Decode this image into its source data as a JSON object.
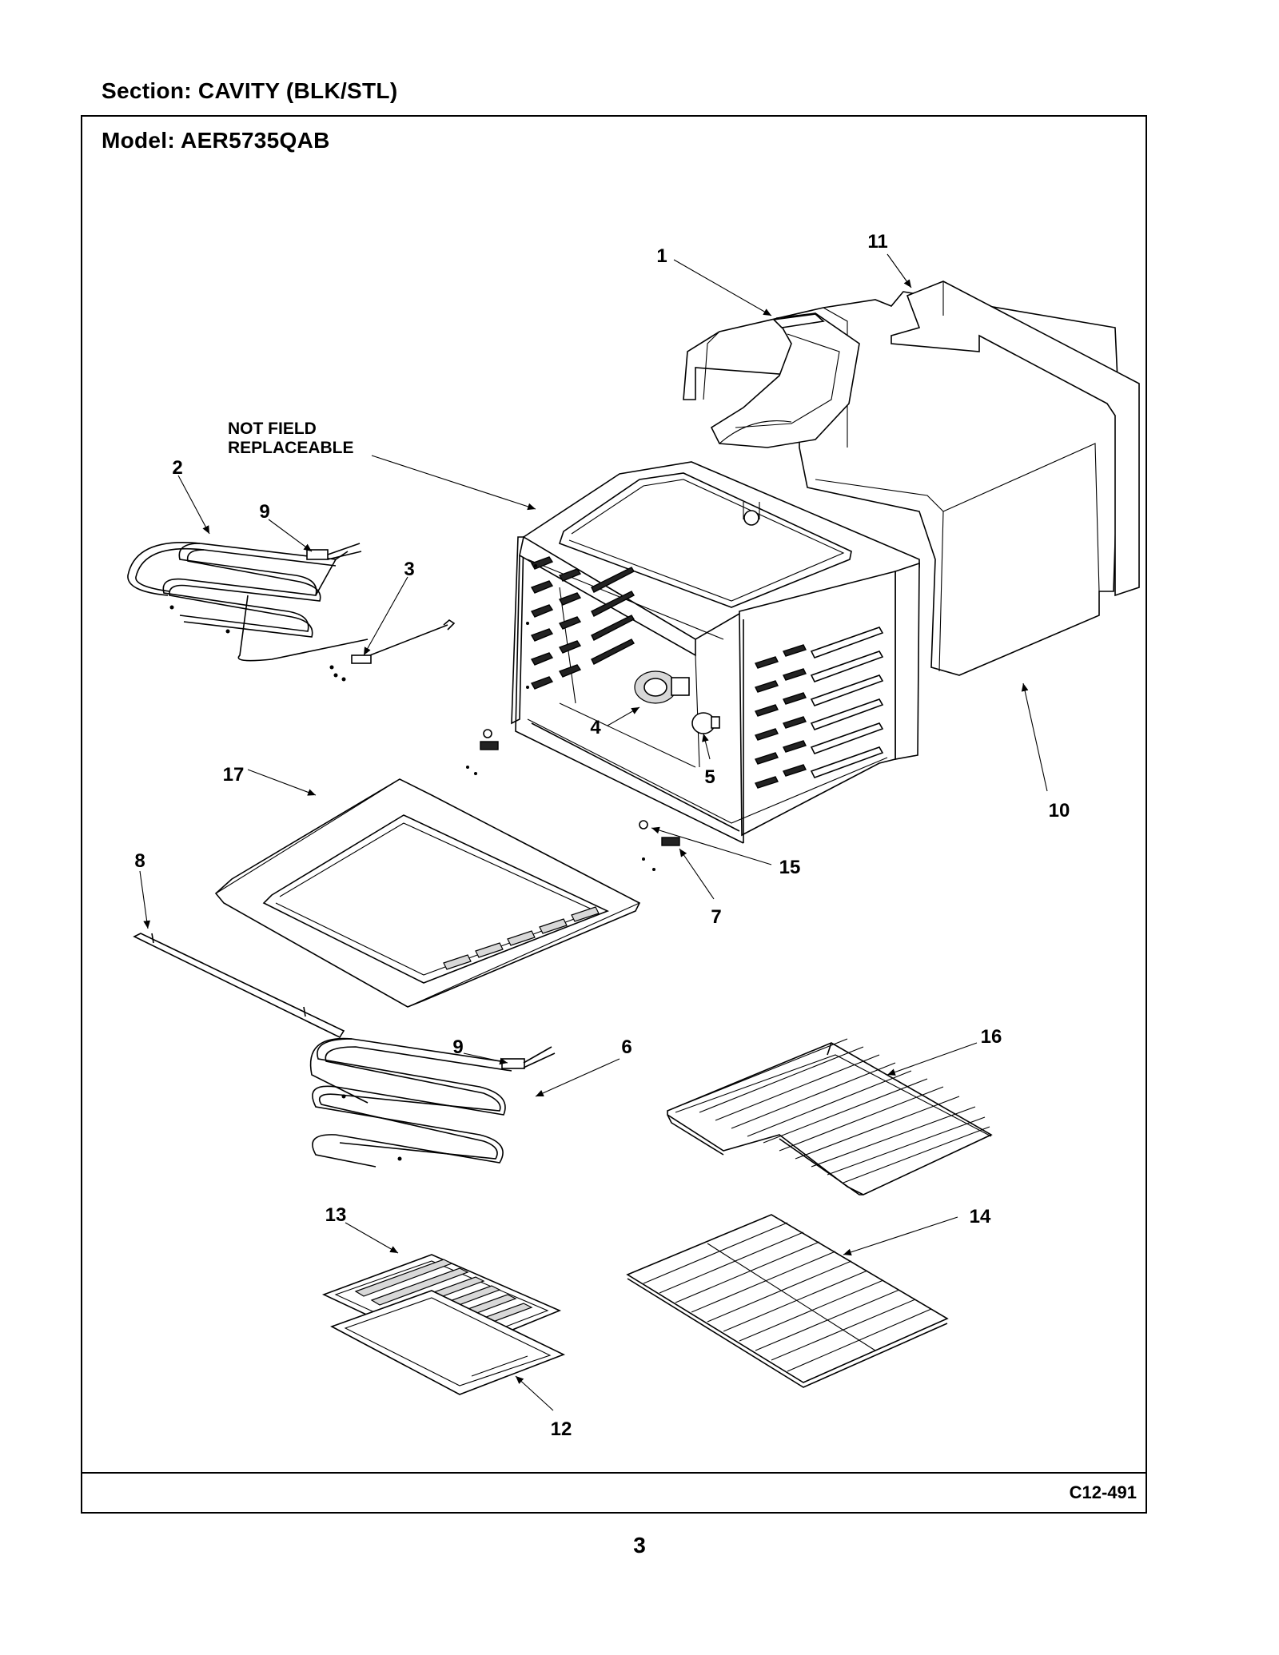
{
  "header": {
    "section": "Section:  CAVITY (BLK/STL)",
    "model": "Model:  AER5735QAB"
  },
  "diagram": {
    "note": [
      "NOT FIELD",
      "REPLACEABLE"
    ],
    "callouts": [
      {
        "id": "c1",
        "label": "1"
      },
      {
        "id": "c2",
        "label": "2"
      },
      {
        "id": "c3",
        "label": "3"
      },
      {
        "id": "c4",
        "label": "4"
      },
      {
        "id": "c5",
        "label": "5"
      },
      {
        "id": "c6",
        "label": "6"
      },
      {
        "id": "c7",
        "label": "7"
      },
      {
        "id": "c8",
        "label": "8"
      },
      {
        "id": "c9a",
        "label": "9"
      },
      {
        "id": "c9b",
        "label": "9"
      },
      {
        "id": "c10",
        "label": "10"
      },
      {
        "id": "c11",
        "label": "11"
      },
      {
        "id": "c12",
        "label": "12"
      },
      {
        "id": "c13",
        "label": "13"
      },
      {
        "id": "c14",
        "label": "14"
      },
      {
        "id": "c15",
        "label": "15"
      },
      {
        "id": "c16",
        "label": "16"
      },
      {
        "id": "c17",
        "label": "17"
      }
    ],
    "code": "C12-491"
  },
  "footer": {
    "page": "3"
  }
}
